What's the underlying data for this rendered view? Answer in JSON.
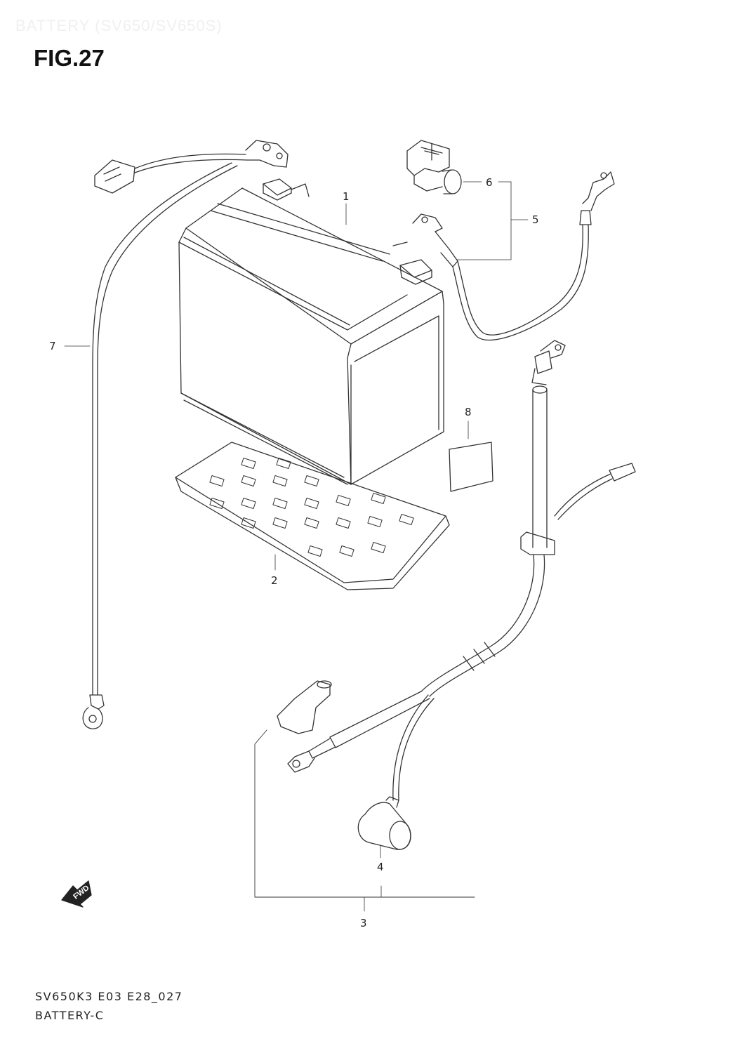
{
  "header": {
    "faint_title": "BATTERY (SV650/SV650S)",
    "figure_title": "FIG.27"
  },
  "callouts": {
    "c1": "1",
    "c2": "2",
    "c3": "3",
    "c4": "4",
    "c5": "5",
    "c6": "6",
    "c7": "7",
    "c8": "8"
  },
  "fwd_label": "FWD",
  "footer": {
    "code": "SV650K3 E03 E28_027",
    "name": "BATTERY-C"
  },
  "colors": {
    "line": "#333333",
    "background": "#ffffff"
  }
}
